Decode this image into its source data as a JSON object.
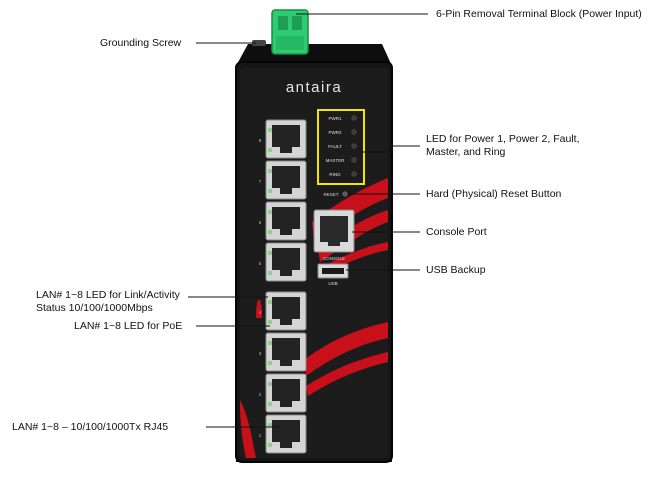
{
  "device": {
    "brand": "antaira",
    "led_labels": [
      "PWR1",
      "PWR2",
      "FAULT",
      "MASTER",
      "RING"
    ],
    "reset_label": "RESET",
    "console_label": "CONSOLE",
    "usb_label": "USB",
    "port_numbers": [
      "8",
      "7",
      "6",
      "5",
      "4",
      "3",
      "2",
      "1"
    ],
    "colors": {
      "housing": "#111111",
      "terminal_block": "#2ecc71",
      "accent_red": "#c8101a",
      "led_frame": "#f2e600"
    }
  },
  "callouts": {
    "terminal_block": "6-Pin Removal Terminal Block (Power Input)",
    "grounding_screw": "Grounding Screw",
    "led_power": [
      "LED for Power 1, Power 2, Fault,",
      "Master, and Ring"
    ],
    "reset_button": "Hard (Physical) Reset Button",
    "console_port": "Console Port",
    "usb_backup": "USB Backup",
    "lan_led_link": [
      "LAN# 1~8 LED for Link/Activity",
      "Status 10/100/1000Mbps"
    ],
    "lan_led_poe": "LAN# 1~8 LED for PoE",
    "lan_rj45": "LAN# 1~8 – 10/100/1000Tx RJ45"
  }
}
